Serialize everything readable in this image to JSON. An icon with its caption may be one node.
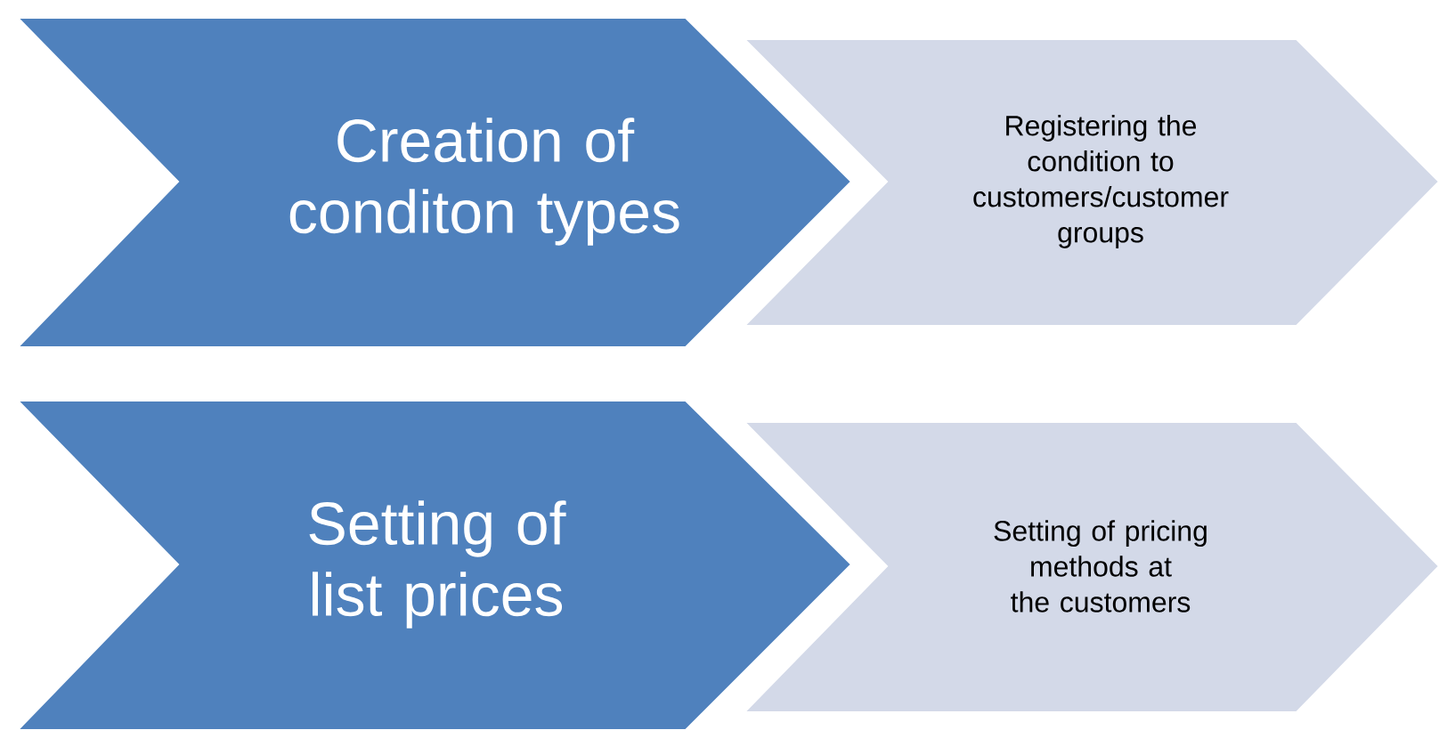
{
  "diagram": {
    "nodes": [
      {
        "text": [
          "Creation of conditon types"
        ]
      },
      {
        "text": [
          "Registering the condition to customers/customer groups"
        ]
      },
      {
        "text": [
          "Setting of list prices"
        ]
      },
      {
        "text": [
          "Setting of pricing methods at the customers"
        ]
      }
    ]
  }
}
